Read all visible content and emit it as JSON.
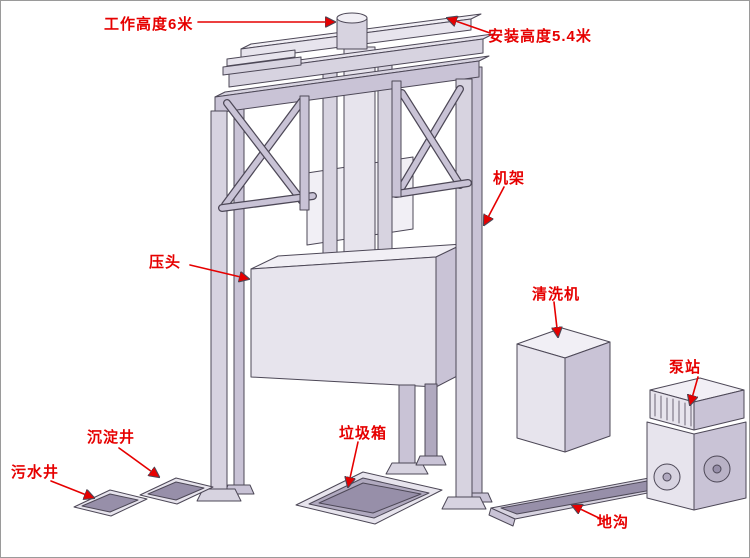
{
  "labels": {
    "working_height": "工作高度6米",
    "install_height": "安装高度5.4米",
    "frame": "机架",
    "press_head": "压头",
    "washer": "清洗机",
    "pump_station": "泵站",
    "settling_well": "沉淀井",
    "sewage_well": "污水井",
    "garbage_bin": "垃圾箱",
    "trench": "地沟"
  },
  "colors": {
    "label_text": "#e60000",
    "arrow": "#e60000",
    "outline": "#4d4857",
    "face_near_white": "#f1eff5",
    "face_light": "#e7e4ed",
    "face_mid_light": "#d7d3e0",
    "face_mid": "#c9c3d6",
    "face_dark": "#b0a9bf",
    "pit_hole": "#978fa9",
    "background": "#ffffff"
  }
}
